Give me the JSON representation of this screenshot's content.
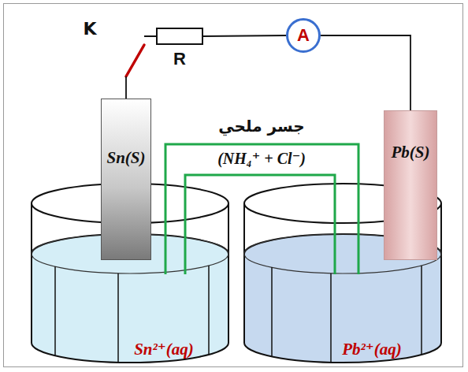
{
  "diagram": {
    "nodes": [
      {
        "text": [
          "R"
        ]
      },
      {
        "text": [
          "A"
        ]
      },
      {
        "text": [
          "Sn(S)"
        ]
      },
      {
        "text": [
          "Pb(S)"
        ]
      },
      {
        "text": [
          "Sn²⁺(aq)"
        ]
      },
      {
        "text": [
          "Pb²⁺(aq)"
        ]
      }
    ],
    "edges": [
      {
        "from": 2,
        "to": 0,
        "arrow": "none"
      },
      {
        "from": 0,
        "to": 1,
        "arrow": "none"
      },
      {
        "from": 1,
        "to": 3,
        "arrow": "none"
      }
    ],
    "labels": [
      "K",
      "جسر ملحي",
      "(NH₄⁺ + Cl⁻)"
    ]
  }
}
